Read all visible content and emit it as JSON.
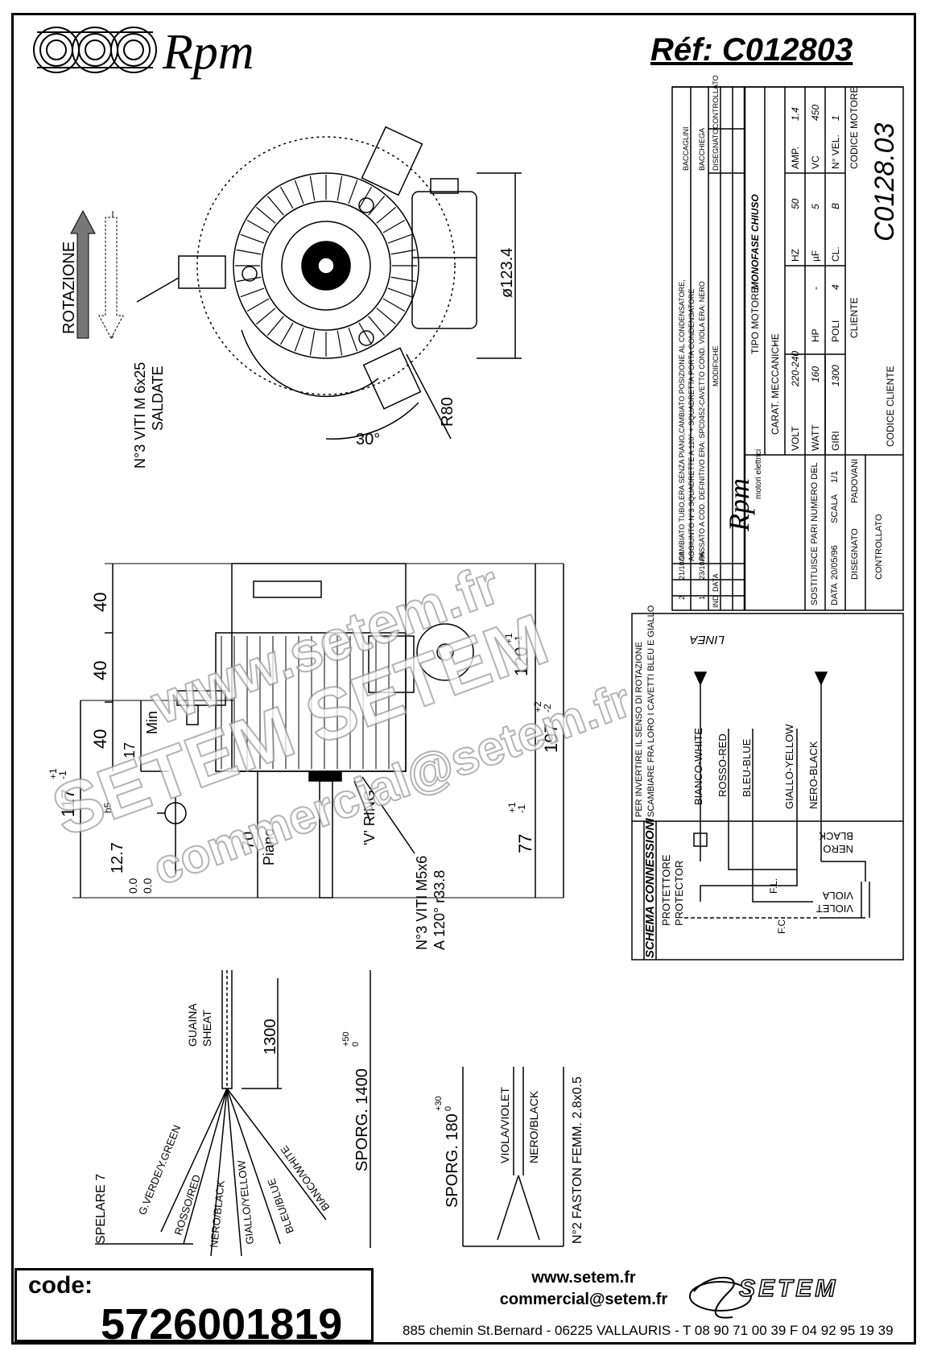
{
  "header": {
    "brand": "Rpm",
    "ref": "Réf:  C012803"
  },
  "top_view": {
    "rotation_label": "ROTAZIONE",
    "screws_line1": "N°3 VITI M 6x25",
    "screws_line2": "SALDATE",
    "diameter": "ø123.4",
    "radius": "R80",
    "angle": "30°"
  },
  "side_view": {
    "dim_40a": "40",
    "dim_40b": "40",
    "dim_40c": "40",
    "dim_17": "17",
    "min": "Min",
    "dim_117": "117",
    "tol_117_up": "+1",
    "tol_117_dn": "-1",
    "dim_127": "12.7",
    "tol_127": "h5",
    "dim_70": "70",
    "piano": "Piano",
    "vring": "'V' RING",
    "dim_77": "77",
    "tol_77_up": "+1",
    "tol_77_dn": "-1",
    "dim_120": "120",
    "tol_120_up": "+1",
    "tol_120_dn": "-1",
    "dim_197": "197",
    "tol_197_up": "+2",
    "tol_197_dn": "-2",
    "screws2_line1": "N°3 VITI M5x6",
    "screws2_line2": "A 120° r33.8",
    "tol_small_up": "0.0",
    "tol_small_dn": "0.0"
  },
  "title_block": {
    "mod1_ind": "2",
    "mod1_date": "21/10/98",
    "mod1_text1": "CAMBIATO TUBO,ERA SENZA PIANO,CAMBIATO POSIZIONE AL CONDENSATORE,",
    "mod1_text2": "AGGIUNTO N°3 SQUADRETTE A 120° + SQUADRETTA PORTA CONDENSATORE",
    "mod1_sign": "BACCAGLINI",
    "mod2_ind": "1",
    "mod2_date": "23/10/96",
    "mod2_text": "PASSATO A COD. DEFINITIVO ERA: SPC0452-CAVETTO COND. VIOLA ERA: NERO",
    "mod2_sign": "BACCHIEGA",
    "hdr_ind": "IND",
    "hdr_data": "DATA",
    "hdr_mod": "MODIFICHE",
    "hdr_dis": "DISEGNATO",
    "hdr_ctrl": "CONTROLLATO",
    "company": "Rpm",
    "company_sub": "motori elettrici",
    "tipo_label": "TIPO MOTORE",
    "tipo_value": "MONOFASE CHIUSO",
    "carat_label": "CARAT. MECCANICHE",
    "carat_value": "-",
    "volt_label": "VOLT",
    "volt": "220-240",
    "hz_label": "HZ",
    "hz": "50",
    "amp_label": "AMP.",
    "amp": "1.4",
    "watt_label": "WATT",
    "watt": "160",
    "hp_label": "HP",
    "hp": "-",
    "uf_label": "µF",
    "uf": "5",
    "vc_label": "VC",
    "vc": "450",
    "giri_label": "GIRI",
    "giri": "1300",
    "poli_label": "POLI",
    "poli": "4",
    "cl_label": "CL.",
    "cl": "B",
    "vel_label": "N° VEL.",
    "vel": "1",
    "cliente_label": "CLIENTE",
    "codice_motore_label": "CODICE MOTORE",
    "codice_motore": "C0128.03",
    "sost_label": "SOSTITUISCE PARI NUMERO DEL",
    "sost_value": "-",
    "data_label": "DATA",
    "data_value": "20/05/96",
    "scala_label": "SCALA",
    "scala_value": "1/1",
    "disegnato_label": "DISEGNATO",
    "disegnato_value": "PADOVANI",
    "controllato_label": "CONTROLLATO",
    "codice_cliente_label": "CODICE CLIENTE"
  },
  "schema": {
    "title": "SCHEMA CONNESSIONI",
    "note1": "PER INVERTIRE IL SENSO DI ROTAZIONE",
    "note2": "SCAMBIARE FRA LORO I CAVETTI BLEU E GIALLO",
    "linea": "LINEA",
    "wires": [
      "BIANCO-WHITE",
      "ROSSO-RED",
      "BLEU-BLUE",
      "GIALLO-YELLOW",
      "NERO-BLACK"
    ],
    "protettore": "PROTETTORE",
    "protector": "PROTECTOR",
    "fl": "F.L.",
    "fc": "F.C.",
    "nero": "NERO",
    "black": "BLACK",
    "viola": "VIOLA",
    "violet": "VIOLET"
  },
  "cable": {
    "guaina": "GUAINA",
    "sheat": "SHEAT",
    "dim_1300": "1300",
    "sporg_1400": "SPORG. 1400",
    "tol_1400_up": "+50",
    "tol_1400_dn": "0",
    "spelare": "SPELARE 7",
    "wires": [
      "G.VERDE/Y.GREEN",
      "ROSSO/RED",
      "NERO/BLACK",
      "GIALLO/YELLOW",
      "BLEU/BLUE",
      "BIANCO/WHITE"
    ]
  },
  "cap_cable": {
    "sporg_180": "SPORG. 180",
    "tol_180_up": "+30",
    "tol_180_dn": "0",
    "viola": "VIOLA/VIOLET",
    "nero": "NERO/BLACK",
    "faston": "N°2 FASTON FEMM. 2.8x0.5"
  },
  "watermark": {
    "line1": "www.setem.fr",
    "line2": "SETEM SETEM",
    "line3": "commercial@setem.fr"
  },
  "footer": {
    "code_label": "code:",
    "code_value": "5726001819",
    "website": "www.setem.fr",
    "email": "commercial@setem.fr",
    "address": "885 chemin St.Bernard  -  06225 VALLAURIS  -  T 08 90 71 00 39   F 04 92 95 19 39",
    "setem_logo": "SETEM"
  }
}
